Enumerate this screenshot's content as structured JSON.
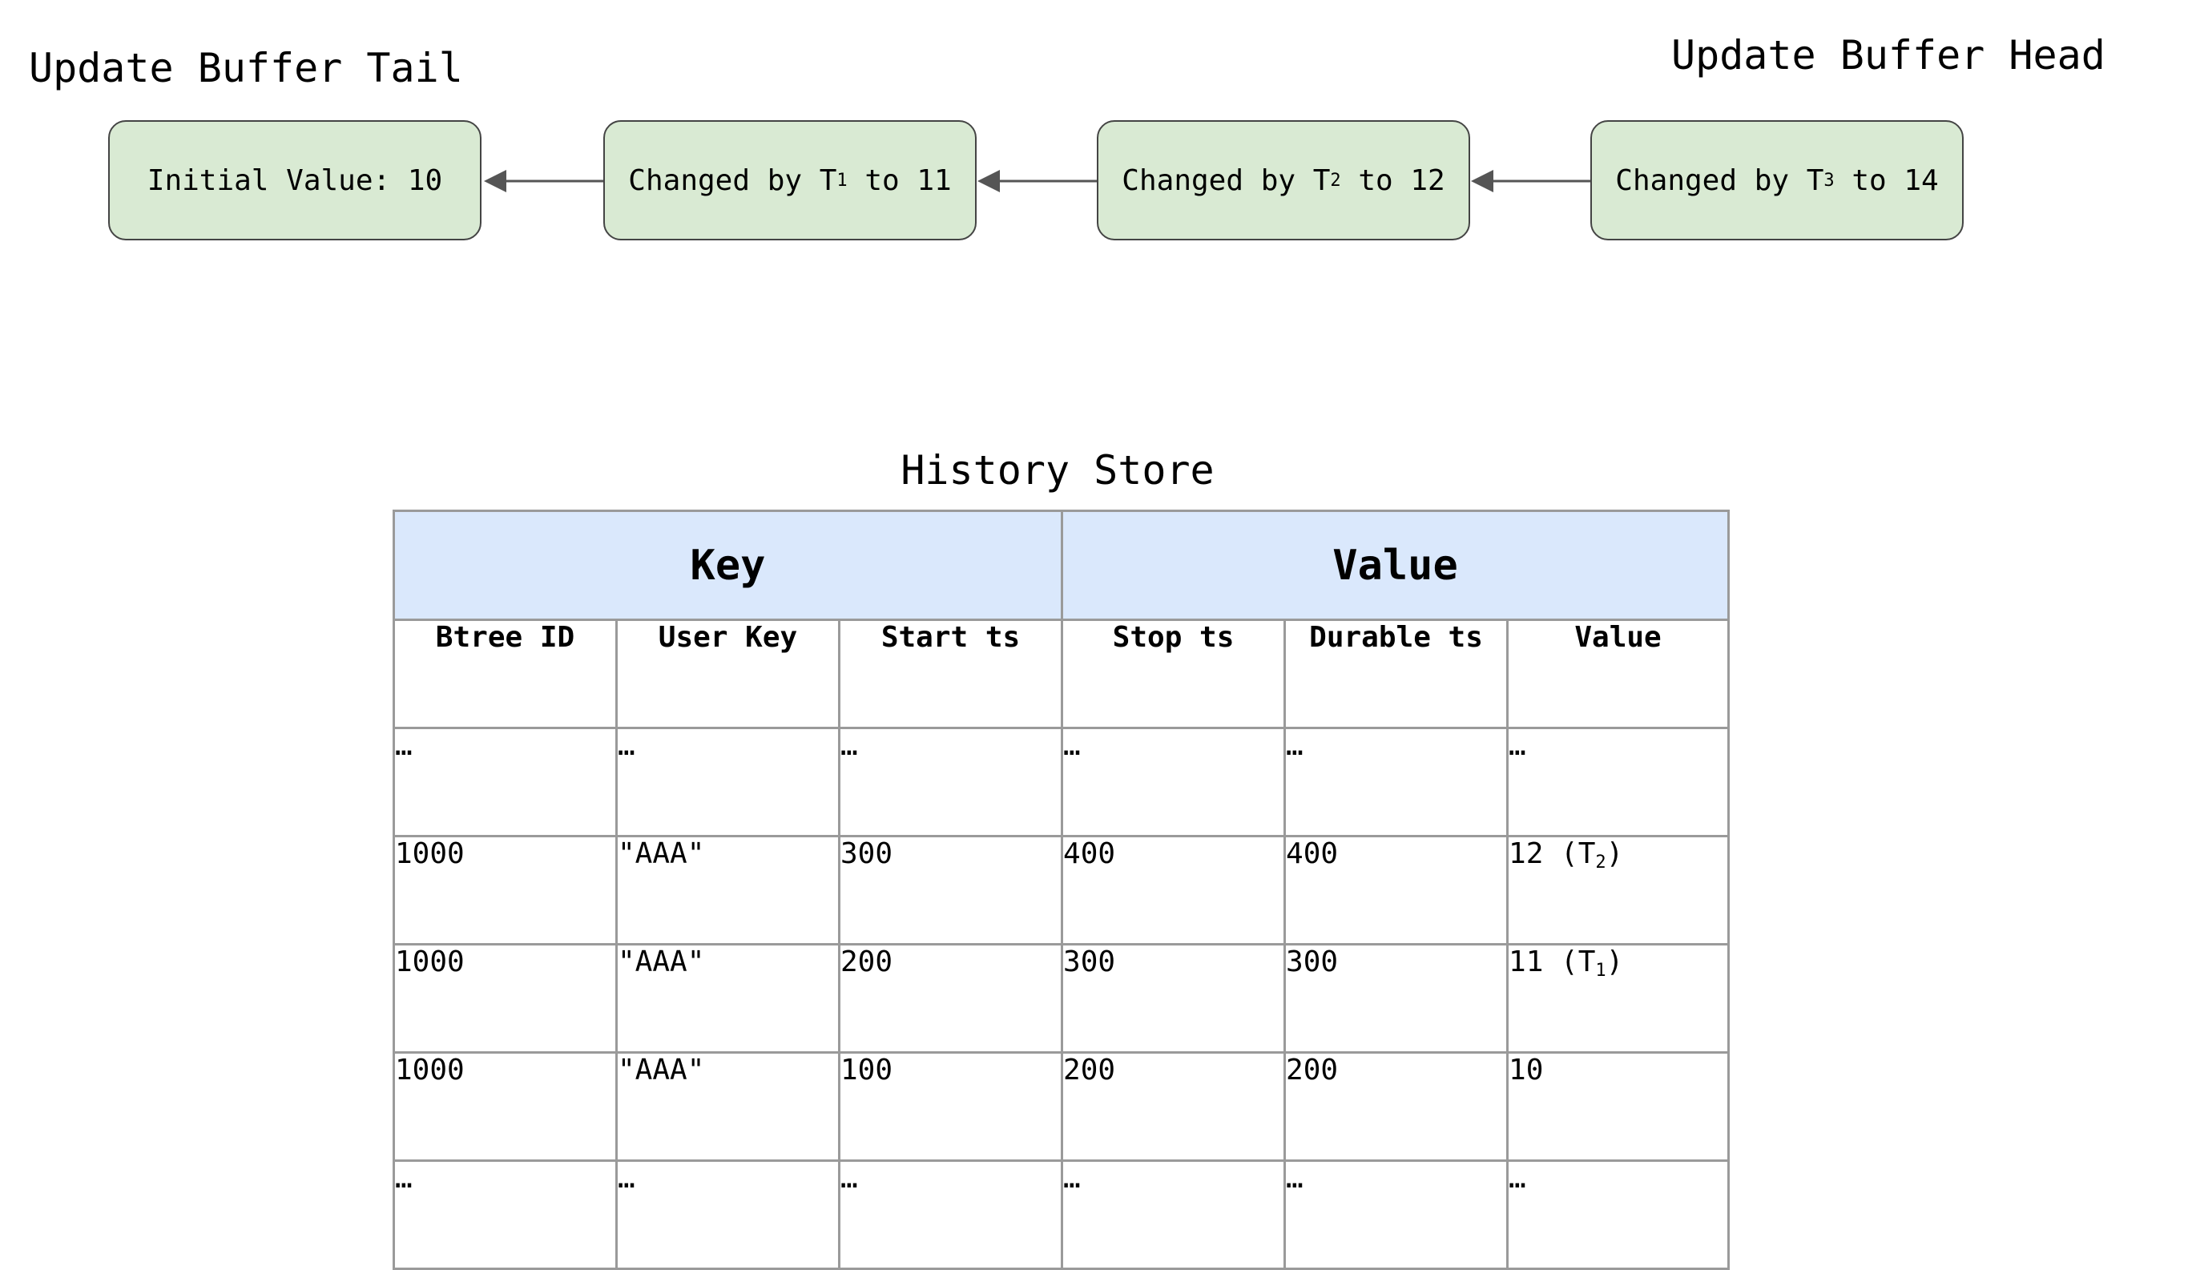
{
  "update_buffer": {
    "tail_label": "Update Buffer Tail",
    "head_label": "Update Buffer Head",
    "nodes": [
      {
        "text": "Initial Value: 10"
      },
      {
        "pre": "Changed by T",
        "sub": "1",
        "post": " to 11"
      },
      {
        "pre": "Changed by T",
        "sub": "2",
        "post": " to 12"
      },
      {
        "pre": "Changed by T",
        "sub": "3",
        "post": " to 14"
      }
    ]
  },
  "history_store": {
    "title": "History Store",
    "groups": [
      "Key",
      "Value"
    ],
    "columns": [
      "Btree ID",
      "User Key",
      "Start ts",
      "Stop ts",
      "Durable ts",
      "Value"
    ],
    "rows": [
      [
        "…",
        "…",
        "…",
        "…",
        "…",
        "…"
      ],
      [
        "1000",
        "\"AAA\"",
        "300",
        "400",
        "400",
        "12 (T",
        "2",
        ")"
      ],
      [
        "1000",
        "\"AAA\"",
        "200",
        "300",
        "300",
        "11 (T",
        "1",
        ")"
      ],
      [
        "1000",
        "\"AAA\"",
        "100",
        "200",
        "200",
        "10"
      ],
      [
        "…",
        "…",
        "…",
        "…",
        "…",
        "…"
      ]
    ]
  },
  "colors": {
    "node_fill": "#d9ead3",
    "node_border": "#444444",
    "arrow": "#555555",
    "header_fill": "#dae8fc",
    "table_border": "#9a9a9a"
  }
}
